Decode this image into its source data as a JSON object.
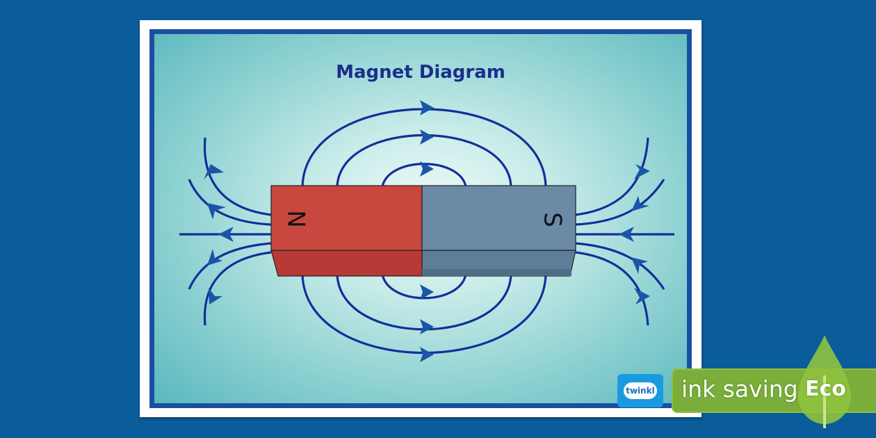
{
  "title": "Magnet Diagram",
  "magnet": {
    "north_label": "N",
    "south_label": "S",
    "north_color": "#c8473e",
    "south_color": "#6a8aa6"
  },
  "field_line_color": "#132e9a",
  "badges": {
    "brand": "twinkl",
    "ink_saving": "ink saving",
    "eco": "Eco"
  },
  "icons": [
    "twinkl-logo-icon",
    "leaf-drop-icon"
  ]
}
